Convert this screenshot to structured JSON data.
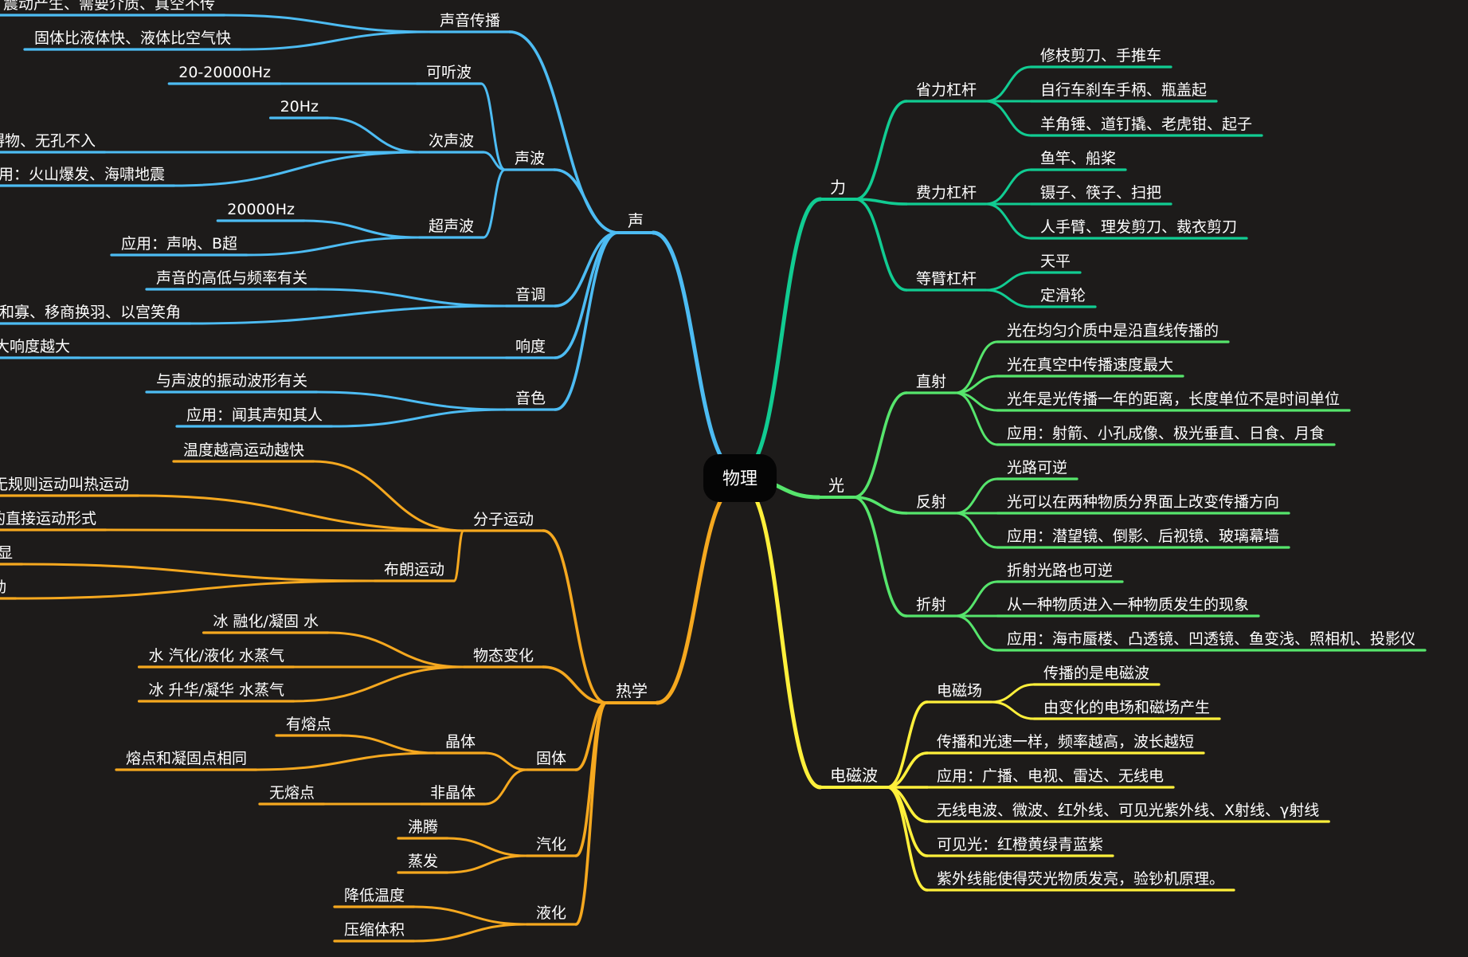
{
  "root": {
    "label": "物理"
  },
  "colors": {
    "background": "#1d1b1a",
    "sound": "#4dbcf3",
    "heat": "#f5a81f",
    "force": "#11cc92",
    "light": "#56e56c",
    "electromagnetic": "#fff03b",
    "root": "#050505"
  },
  "branches": [
    {
      "id": "sound",
      "label": "声",
      "side": "left",
      "color": "#4dbcf3",
      "children": [
        {
          "label": "声音传播",
          "children": [
            {
              "label": "震动产生、需要介质、真空不传"
            },
            {
              "label": "固体比液体快、液体比空气快"
            }
          ]
        },
        {
          "label": "声波",
          "children": [
            {
              "label": "可听波",
              "children": [
                {
                  "label": "20-20000Hz"
                }
              ]
            },
            {
              "label": "次声波",
              "children": [
                {
                  "label": "20Hz"
                },
                {
                  "label": "可传播很远、逃过障碍物、无孔不入"
                },
                {
                  "label": "应用：火山爆发、海啸地震"
                }
              ]
            },
            {
              "label": "超声波",
              "children": [
                {
                  "label": "20000Hz"
                },
                {
                  "label": "应用：声呐、B超"
                }
              ]
            }
          ]
        },
        {
          "label": "音调",
          "children": [
            {
              "label": "声音的高低与频率有关"
            },
            {
              "label": "应用：曲高和寡、移商换羽、以宫笑角"
            }
          ]
        },
        {
          "label": "响度",
          "children": [
            {
              "label": "声音的强弱与振幅和生源距离有关，振幅越大响度越大"
            }
          ]
        },
        {
          "label": "音色",
          "children": [
            {
              "label": "与声波的振动波形有关"
            },
            {
              "label": "应用：闻其声知其人"
            }
          ]
        }
      ]
    },
    {
      "id": "heat",
      "label": "热学",
      "side": "left",
      "color": "#f5a81f",
      "children": [
        {
          "label": "分子运动",
          "children": [
            {
              "label": "温度越高运动越快"
            },
            {
              "label": "分子永不停歇的在做无规则运动叫热运动"
            },
            {
              "label": "无外力作用的扩散现象是分子的直接运动形式"
            },
            {
              "label": "布朗运动",
              "children": [
                {
                  "label": "颗粒越小或者温度越高，布朗运动越明显"
                },
                {
                  "label": "悬浮在液体或气体的颗粒在做无规则运动"
                }
              ]
            }
          ]
        },
        {
          "label": "物态变化",
          "children": [
            {
              "label": "冰 融化/凝固 水"
            },
            {
              "label": "水 汽化/液化 水蒸气"
            },
            {
              "label": "冰 升华/凝华 水蒸气"
            }
          ]
        },
        {
          "label": "固体",
          "children": [
            {
              "label": "晶体",
              "children": [
                {
                  "label": "有熔点"
                },
                {
                  "label": "熔点和凝固点相同"
                }
              ]
            },
            {
              "label": "非晶体",
              "children": [
                {
                  "label": "无熔点"
                }
              ]
            }
          ]
        },
        {
          "label": "汽化",
          "children": [
            {
              "label": "沸腾"
            },
            {
              "label": "蒸发"
            }
          ]
        },
        {
          "label": "液化",
          "children": [
            {
              "label": "降低温度"
            },
            {
              "label": "压缩体积"
            }
          ]
        }
      ]
    },
    {
      "id": "force",
      "label": "力",
      "side": "right",
      "color": "#11cc92",
      "children": [
        {
          "label": "省力杠杆",
          "children": [
            {
              "label": "修枝剪刀、手推车"
            },
            {
              "label": "自行车刹车手柄、瓶盖起"
            },
            {
              "label": "羊角锤、道钉撬、老虎钳、起子"
            }
          ]
        },
        {
          "label": "费力杠杆",
          "children": [
            {
              "label": "鱼竿、船桨"
            },
            {
              "label": "镊子、筷子、扫把"
            },
            {
              "label": "人手臂、理发剪刀、裁衣剪刀"
            }
          ]
        },
        {
          "label": "等臂杠杆",
          "children": [
            {
              "label": "天平"
            },
            {
              "label": "定滑轮"
            }
          ]
        }
      ]
    },
    {
      "id": "light",
      "label": "光",
      "side": "right",
      "color": "#56e56c",
      "children": [
        {
          "label": "直射",
          "children": [
            {
              "label": "光在均匀介质中是沿直线传播的"
            },
            {
              "label": "光在真空中传播速度最大"
            },
            {
              "label": "光年是光传播一年的距离，长度单位不是时间单位"
            },
            {
              "label": "应用：射箭、小孔成像、极光垂直、日食、月食"
            }
          ]
        },
        {
          "label": "反射",
          "children": [
            {
              "label": "光路可逆"
            },
            {
              "label": "光可以在两种物质分界面上改变传播方向"
            },
            {
              "label": "应用：潜望镜、倒影、后视镜、玻璃幕墙"
            }
          ]
        },
        {
          "label": "折射",
          "children": [
            {
              "label": "折射光路也可逆"
            },
            {
              "label": "从一种物质进入一种物质发生的现象"
            },
            {
              "label": "应用：海市蜃楼、凸透镜、凹透镜、鱼变浅、照相机、投影仪"
            }
          ]
        }
      ]
    },
    {
      "id": "em",
      "label": "电磁波",
      "side": "right",
      "color": "#fff03b",
      "children": [
        {
          "label": "电磁场",
          "children": [
            {
              "label": "传播的是电磁波"
            },
            {
              "label": "由变化的电场和磁场产生"
            }
          ]
        },
        {
          "label": "传播和光速一样，频率越高，波长越短"
        },
        {
          "label": "应用：广播、电视、雷达、无线电"
        },
        {
          "label": "无线电波、微波、红外线、可见光紫外线、X射线、γ射线"
        },
        {
          "label": "可见光：红橙黄绿青蓝紫"
        },
        {
          "label": "紫外线能使得荧光物质发亮，验钞机原理。"
        }
      ]
    }
  ]
}
